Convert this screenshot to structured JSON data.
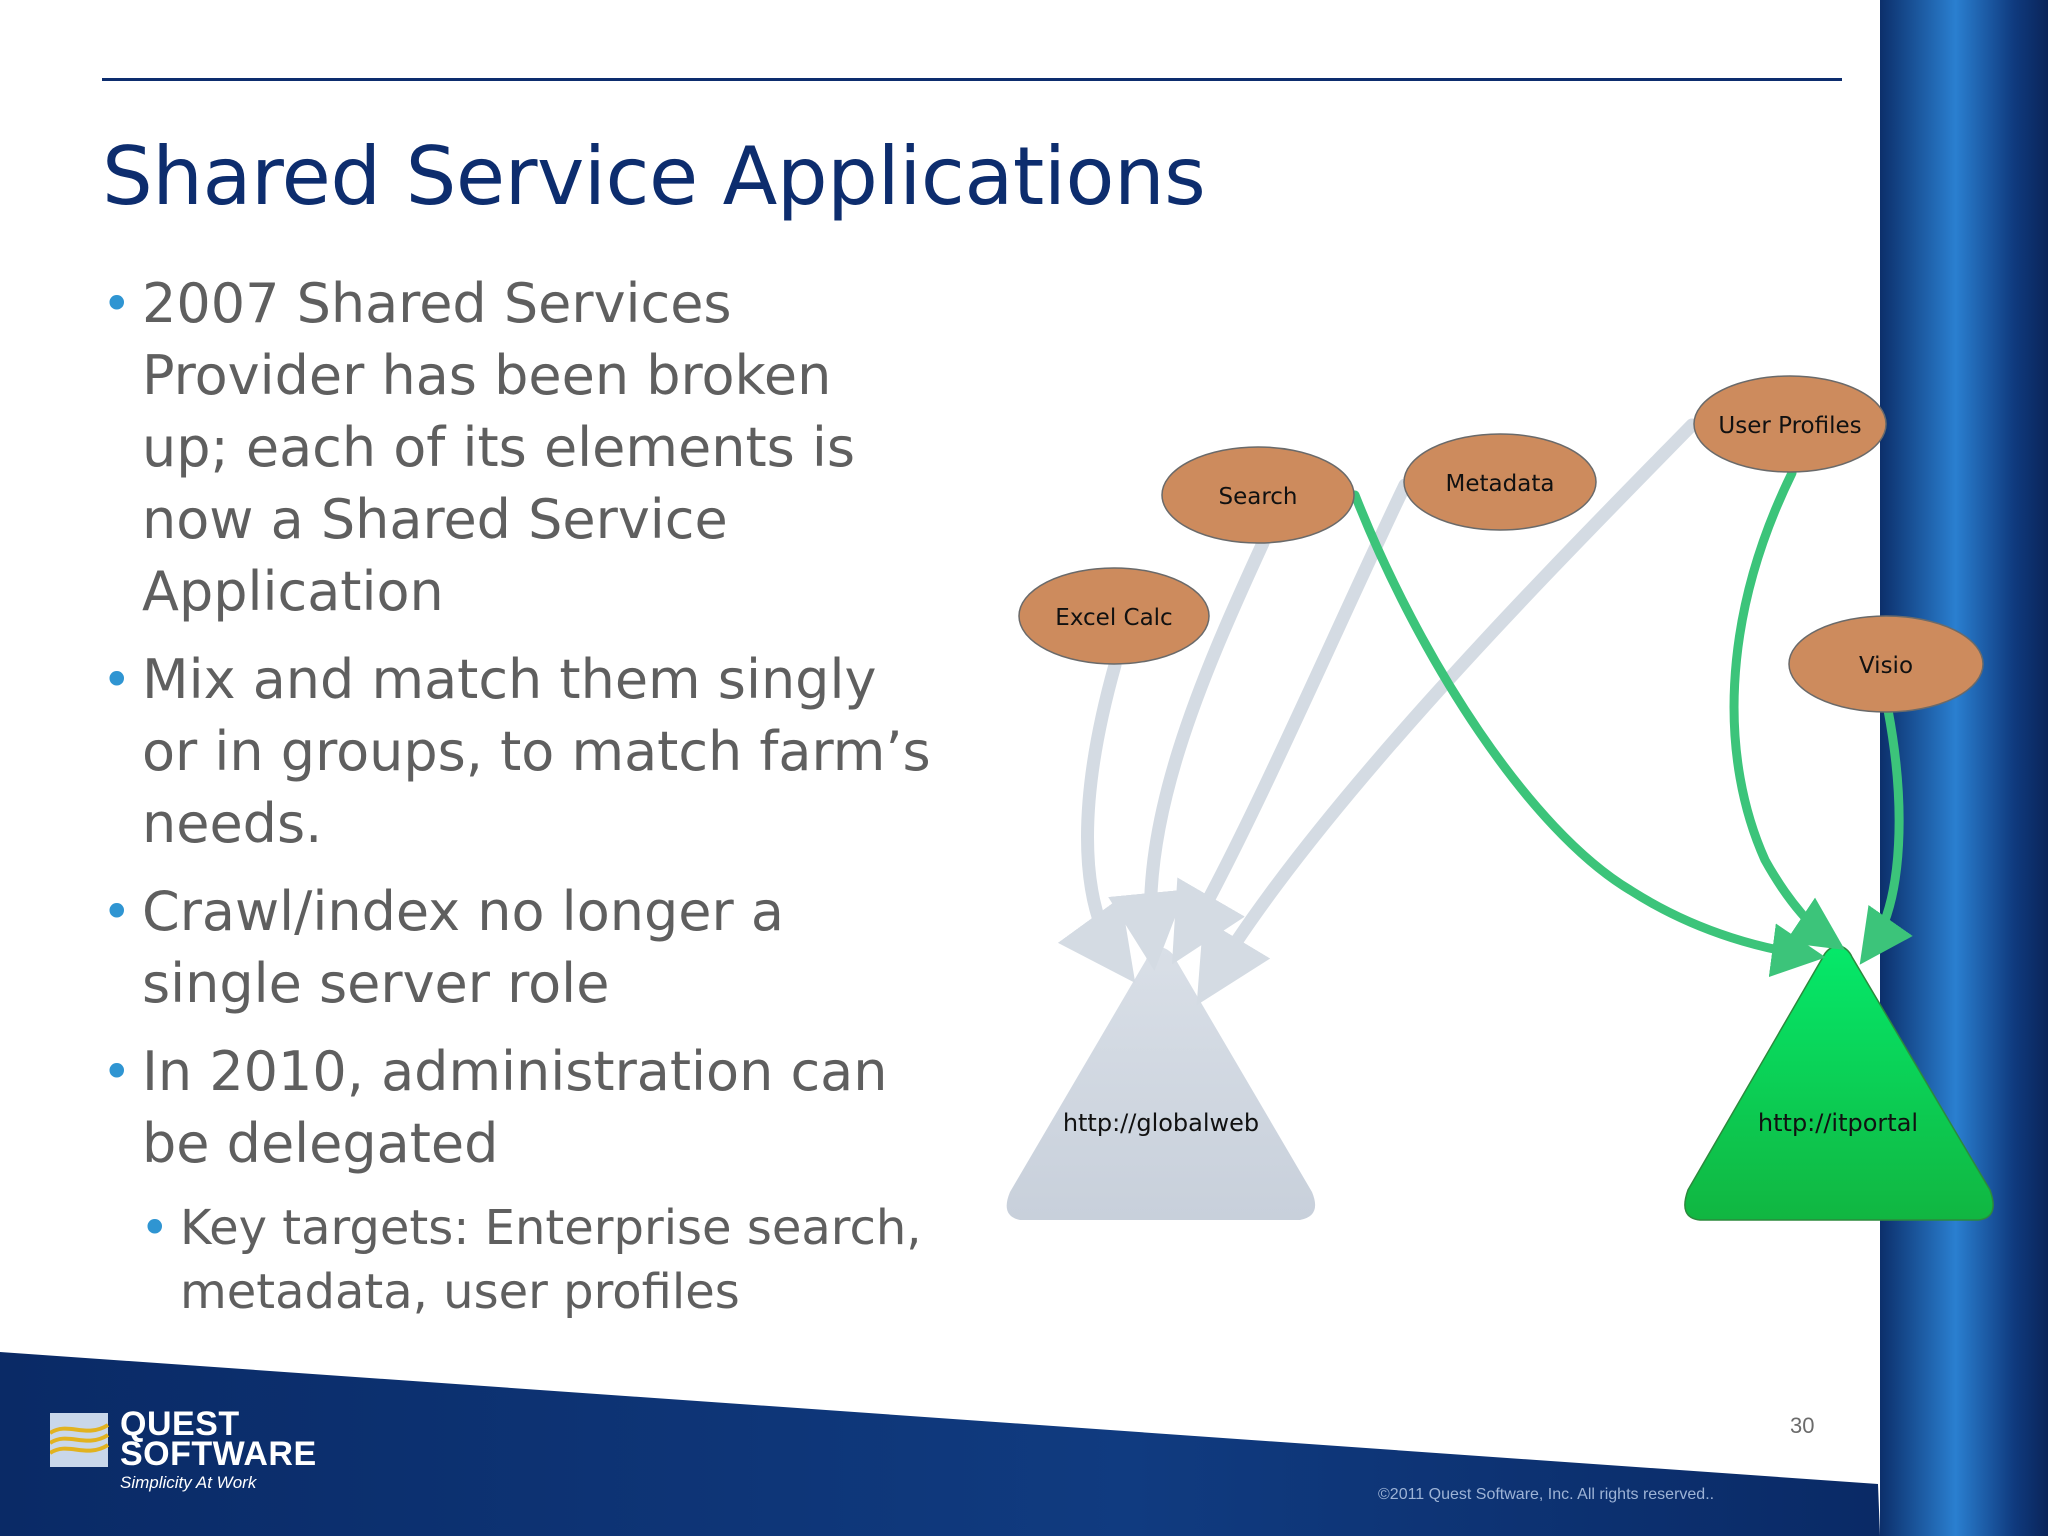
{
  "slide": {
    "title": "Shared Service Applications",
    "bullets": [
      "2007 Shared Services Provider has been broken up; each of its elements is now a Shared Service Application",
      "Mix and match them singly or in groups, to match farm’s needs.",
      "Crawl/index no longer a single server role",
      "In 2010, administration can be delegated"
    ],
    "sub_bullet": "Key targets:  Enterprise search, metadata, user profiles",
    "page_number": "30",
    "copyright": "©2011 Quest Software, Inc. All rights reserved..",
    "logo": {
      "line1": "QUEST",
      "line2": "SOFTWARE",
      "tagline": "Simplicity At Work"
    }
  },
  "diagram": {
    "services": {
      "excel_calc": "Excel Calc",
      "search": "Search",
      "metadata": "Metadata",
      "user_profiles": "User Profiles",
      "visio": "Visio"
    },
    "sites": {
      "globalweb": "http://globalweb",
      "itportal": "http://itportal"
    },
    "connections": [
      {
        "from": "Excel Calc",
        "to": "http://globalweb"
      },
      {
        "from": "Search",
        "to": "http://globalweb"
      },
      {
        "from": "Metadata",
        "to": "http://globalweb"
      },
      {
        "from": "User Profiles",
        "to": "http://globalweb"
      },
      {
        "from": "Search",
        "to": "http://itportal"
      },
      {
        "from": "User Profiles",
        "to": "http://itportal"
      },
      {
        "from": "Visio",
        "to": "http://itportal"
      }
    ],
    "colors": {
      "title": "#0d2d6e",
      "service_node": "#cd8b5d",
      "globalweb_site": "#cdd4de",
      "itportal_site": "#12c24f",
      "grey_arrow": "#d4dbe3",
      "green_arrow": "#3cc47a"
    }
  }
}
